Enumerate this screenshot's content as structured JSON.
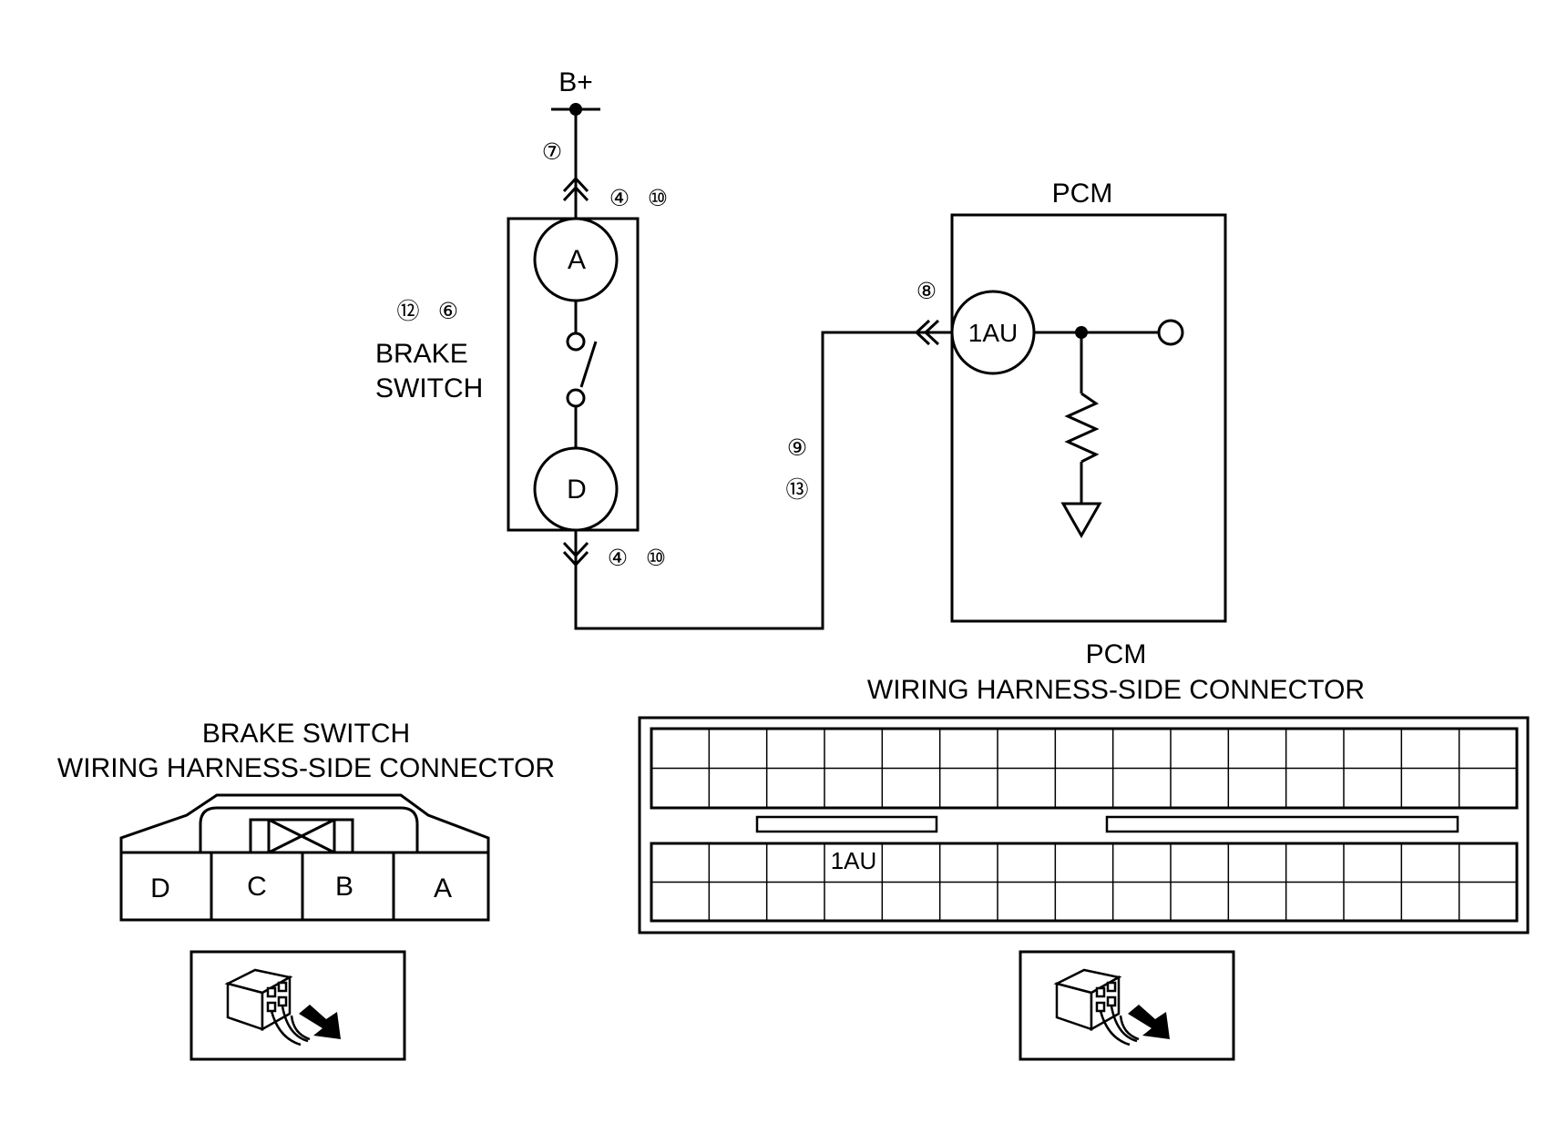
{
  "power": {
    "label": "B+"
  },
  "brake_switch": {
    "ref_numbers": [
      "⑫",
      "⑥"
    ],
    "label_line1": "BRAKE",
    "label_line2": "SWITCH",
    "terminal_top": "A",
    "terminal_bottom": "D"
  },
  "pcm": {
    "label": "PCM",
    "terminal": "1AU"
  },
  "callouts": {
    "power_wire": "⑦",
    "top_conn_1": "④",
    "top_conn_2": "⑩",
    "bottom_conn_1": "④",
    "bottom_conn_2": "⑩",
    "pcm_conn": "⑧",
    "signal_wire_1": "⑨",
    "signal_wire_2": "⑬"
  },
  "brake_connector": {
    "title_line1": "BRAKE SWITCH",
    "title_line2": "WIRING HARNESS-SIDE CONNECTOR",
    "pins": [
      "D",
      "C",
      "B",
      "A"
    ]
  },
  "pcm_connector": {
    "title_line1": "PCM",
    "title_line2": "WIRING HARNESS-SIDE CONNECTOR",
    "columns": 15,
    "rows_per_block": 2,
    "highlighted_pin": "1AU"
  },
  "icons": [
    "connector-harness-side-icon",
    "connector-harness-side-icon"
  ],
  "colors": {
    "line": "#000000",
    "background": "#ffffff"
  }
}
